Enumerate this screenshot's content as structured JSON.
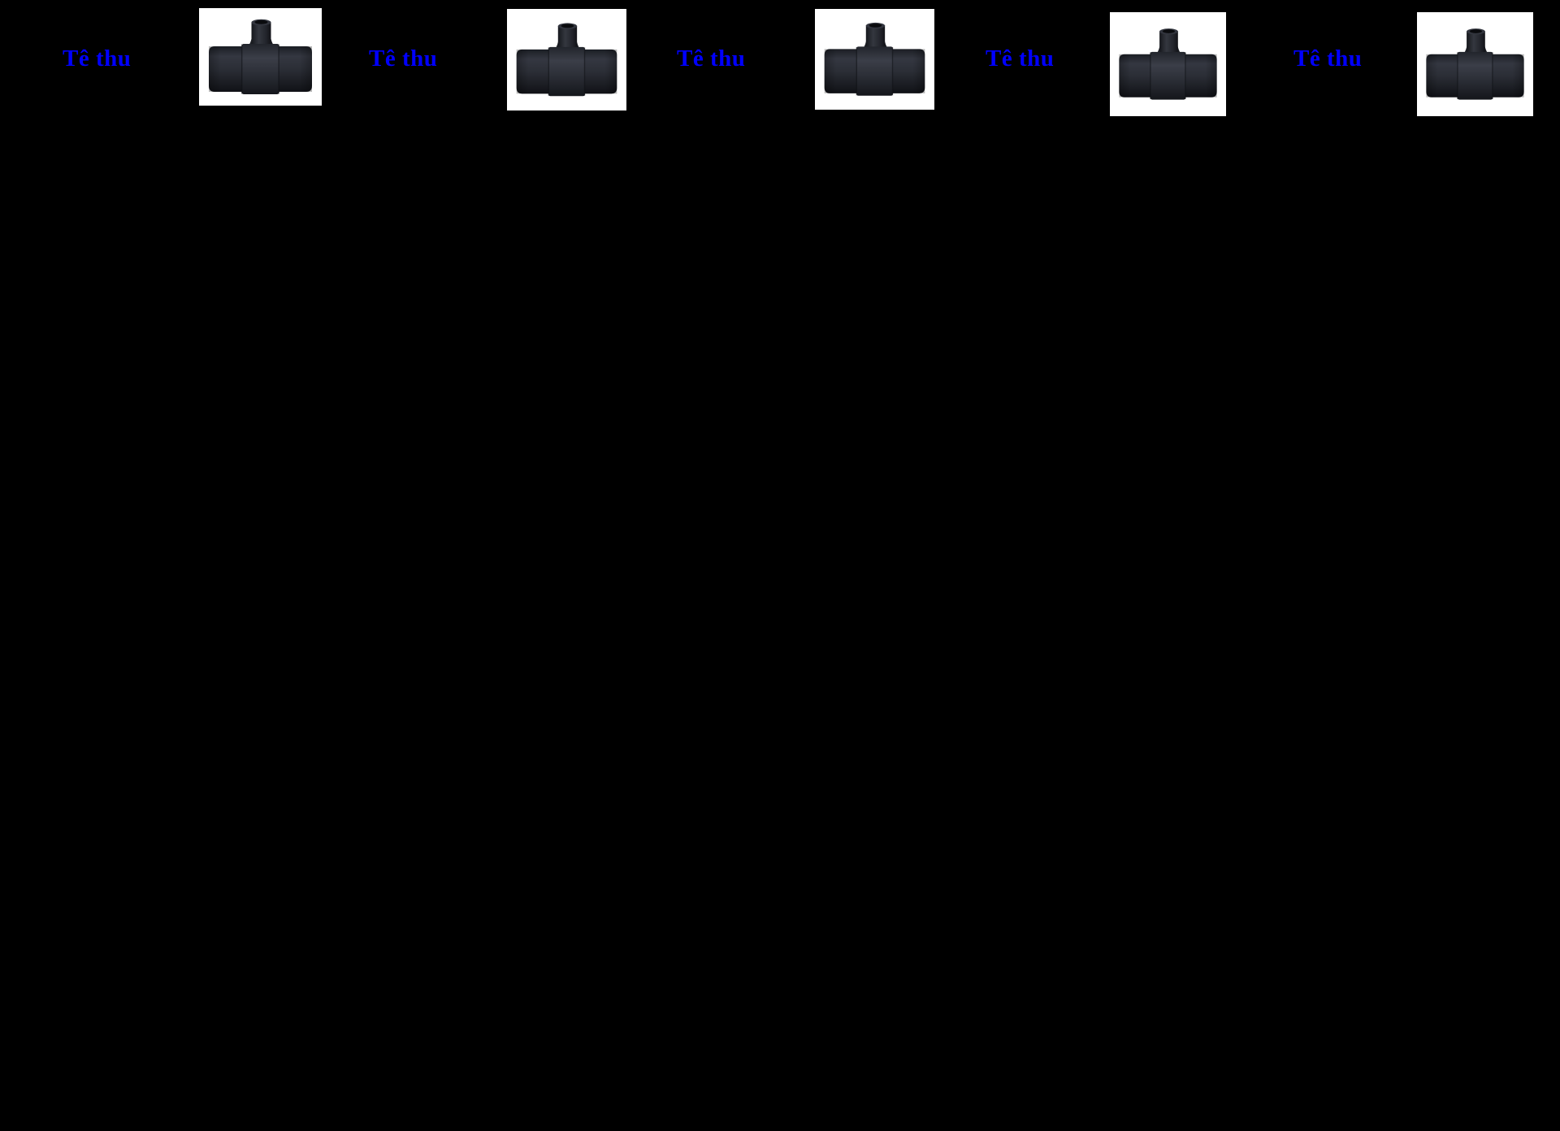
{
  "page": {
    "background_color": "#000000"
  },
  "products": [
    {
      "label": "Tê thu"
    },
    {
      "label": "Tê thu"
    },
    {
      "label": "Tê thu"
    },
    {
      "label": "Tê thu"
    },
    {
      "label": "Tê thu"
    }
  ],
  "styles": {
    "label_color": "#0000ff",
    "thumbnail_background": "#ffffff",
    "fitting_dark": "#121419",
    "fitting_mid": "#2e313a",
    "fitting_light": "#3b3e48"
  }
}
